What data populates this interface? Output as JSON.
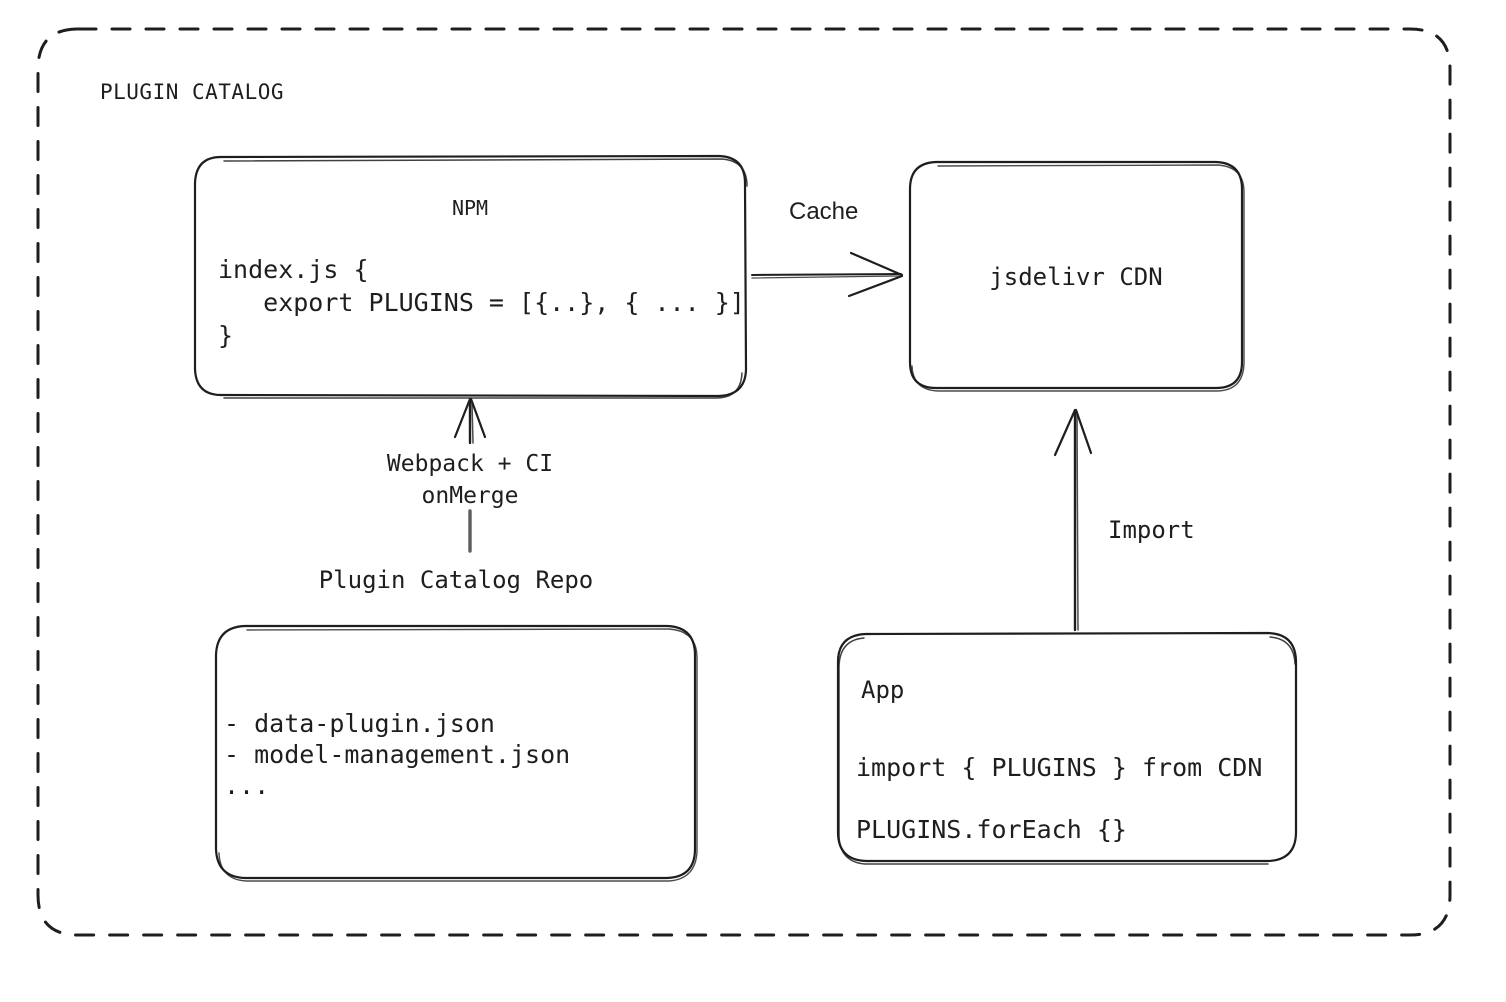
{
  "diagram": {
    "type": "architecture-flow",
    "group": {
      "title": "PLUGIN CATALOG",
      "border_style": "dashed",
      "border_color": "#1e1e1e"
    },
    "colors": {
      "stroke": "#1e1e1e",
      "background": "#ffffff",
      "text": "#1e1e1e"
    },
    "nodes": [
      {
        "id": "npm",
        "title": "NPM",
        "code_lines": [
          "index.js {",
          "   export PLUGINS = [{..}, { ... }]",
          "}"
        ]
      },
      {
        "id": "cdn",
        "title": "jsdelivr CDN"
      },
      {
        "id": "repo",
        "caption": "Plugin Catalog Repo",
        "items": [
          "- data-plugin.json",
          "- model-management.json",
          "..."
        ]
      },
      {
        "id": "app",
        "title": "App",
        "code_lines": [
          "import { PLUGINS } from CDN",
          "PLUGINS.forEach {}"
        ]
      }
    ],
    "edges": [
      {
        "id": "npm-to-cdn",
        "label": "Cache",
        "from": "npm",
        "to": "cdn",
        "direction": "right",
        "label_font": "sans"
      },
      {
        "id": "repo-to-npm",
        "label": "Webpack + CI\nonMerge",
        "label_line1": "Webpack + CI",
        "label_line2": "onMerge",
        "from": "repo",
        "to": "npm",
        "direction": "up",
        "label_font": "mono"
      },
      {
        "id": "app-to-cdn",
        "label": "Import",
        "from": "app",
        "to": "cdn",
        "direction": "up",
        "label_font": "mono"
      }
    ]
  }
}
